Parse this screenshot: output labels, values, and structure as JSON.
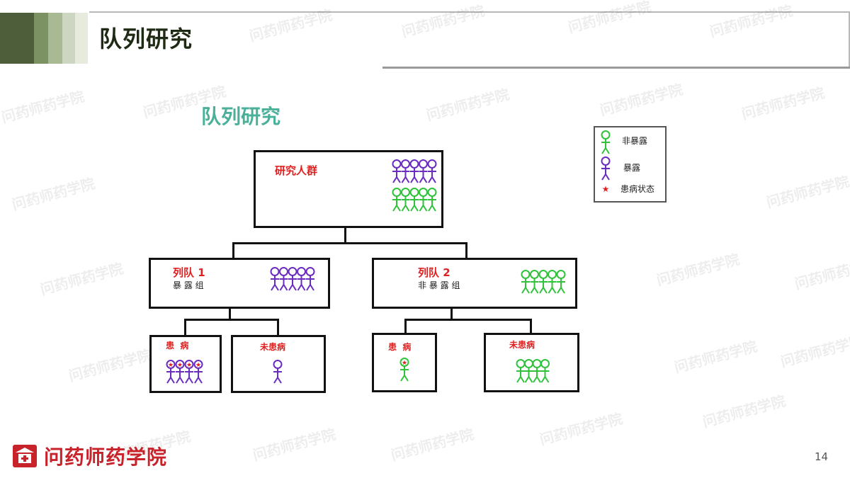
{
  "header": {
    "title": "队列研究"
  },
  "diagram": {
    "title": "队列研究",
    "root": {
      "label": "研究人群",
      "figures_purple": 5,
      "figures_green": 5
    },
    "cohort1": {
      "label": "列队 1",
      "sublabel": "暴 露 组",
      "figures_purple": 5
    },
    "cohort2": {
      "label": "列队 2",
      "sublabel": "非 暴 露 组",
      "figures_green": 5
    },
    "leaf1": {
      "label": "患  病",
      "figures_purple_diseased": 4
    },
    "leaf2": {
      "label": "未患病",
      "figures_purple": 1
    },
    "leaf3": {
      "label": "患  病",
      "figures_green_diseased": 1
    },
    "leaf4": {
      "label": "未患病",
      "figures_green": 4
    }
  },
  "legend": {
    "items": [
      {
        "label": "非暴露",
        "icon": "green-person-icon"
      },
      {
        "label": "暴露",
        "icon": "purple-person-icon"
      },
      {
        "label": "患病状态",
        "icon": "red-star-icon"
      }
    ]
  },
  "watermark": "问药师药学院",
  "footer": {
    "brand": "问药师药学院",
    "page_number": "14"
  },
  "colors": {
    "purple": "#6a2cc0",
    "green": "#2fc23a",
    "red": "#e02020",
    "teal": "#4bb09a",
    "dark_olive": "#4e5e3a"
  }
}
